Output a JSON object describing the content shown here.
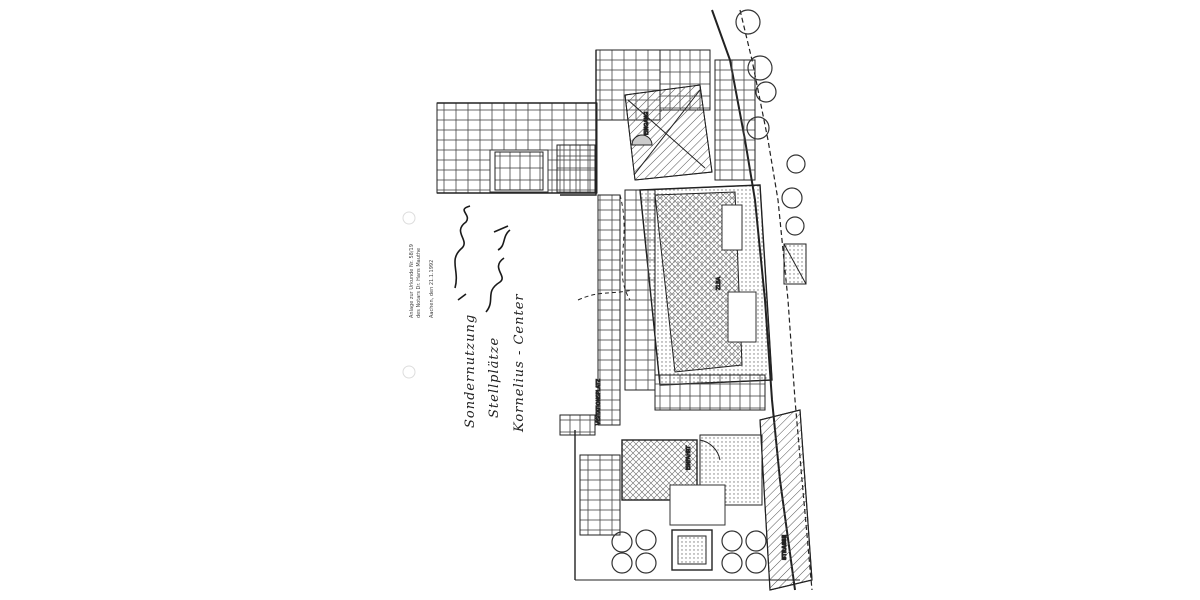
{
  "document": {
    "stamp_lines": [
      "Anlage zur Urkunde Nr. 58/19",
      "des Notars Dr. Hans Mauthe",
      "Aachen, den  21.1.1992"
    ],
    "handwritten_title": [
      "Sondernutzung",
      "Stellplätze",
      "Kornelius - Center"
    ],
    "plan_labels": {
      "bottom_street": "STRASSE",
      "upper_court": "EINGANG",
      "main_block": "ZLBA",
      "stellplatz_group": "VISITATIONSPLATZ",
      "lower_entry": "EINFAHRT"
    }
  }
}
